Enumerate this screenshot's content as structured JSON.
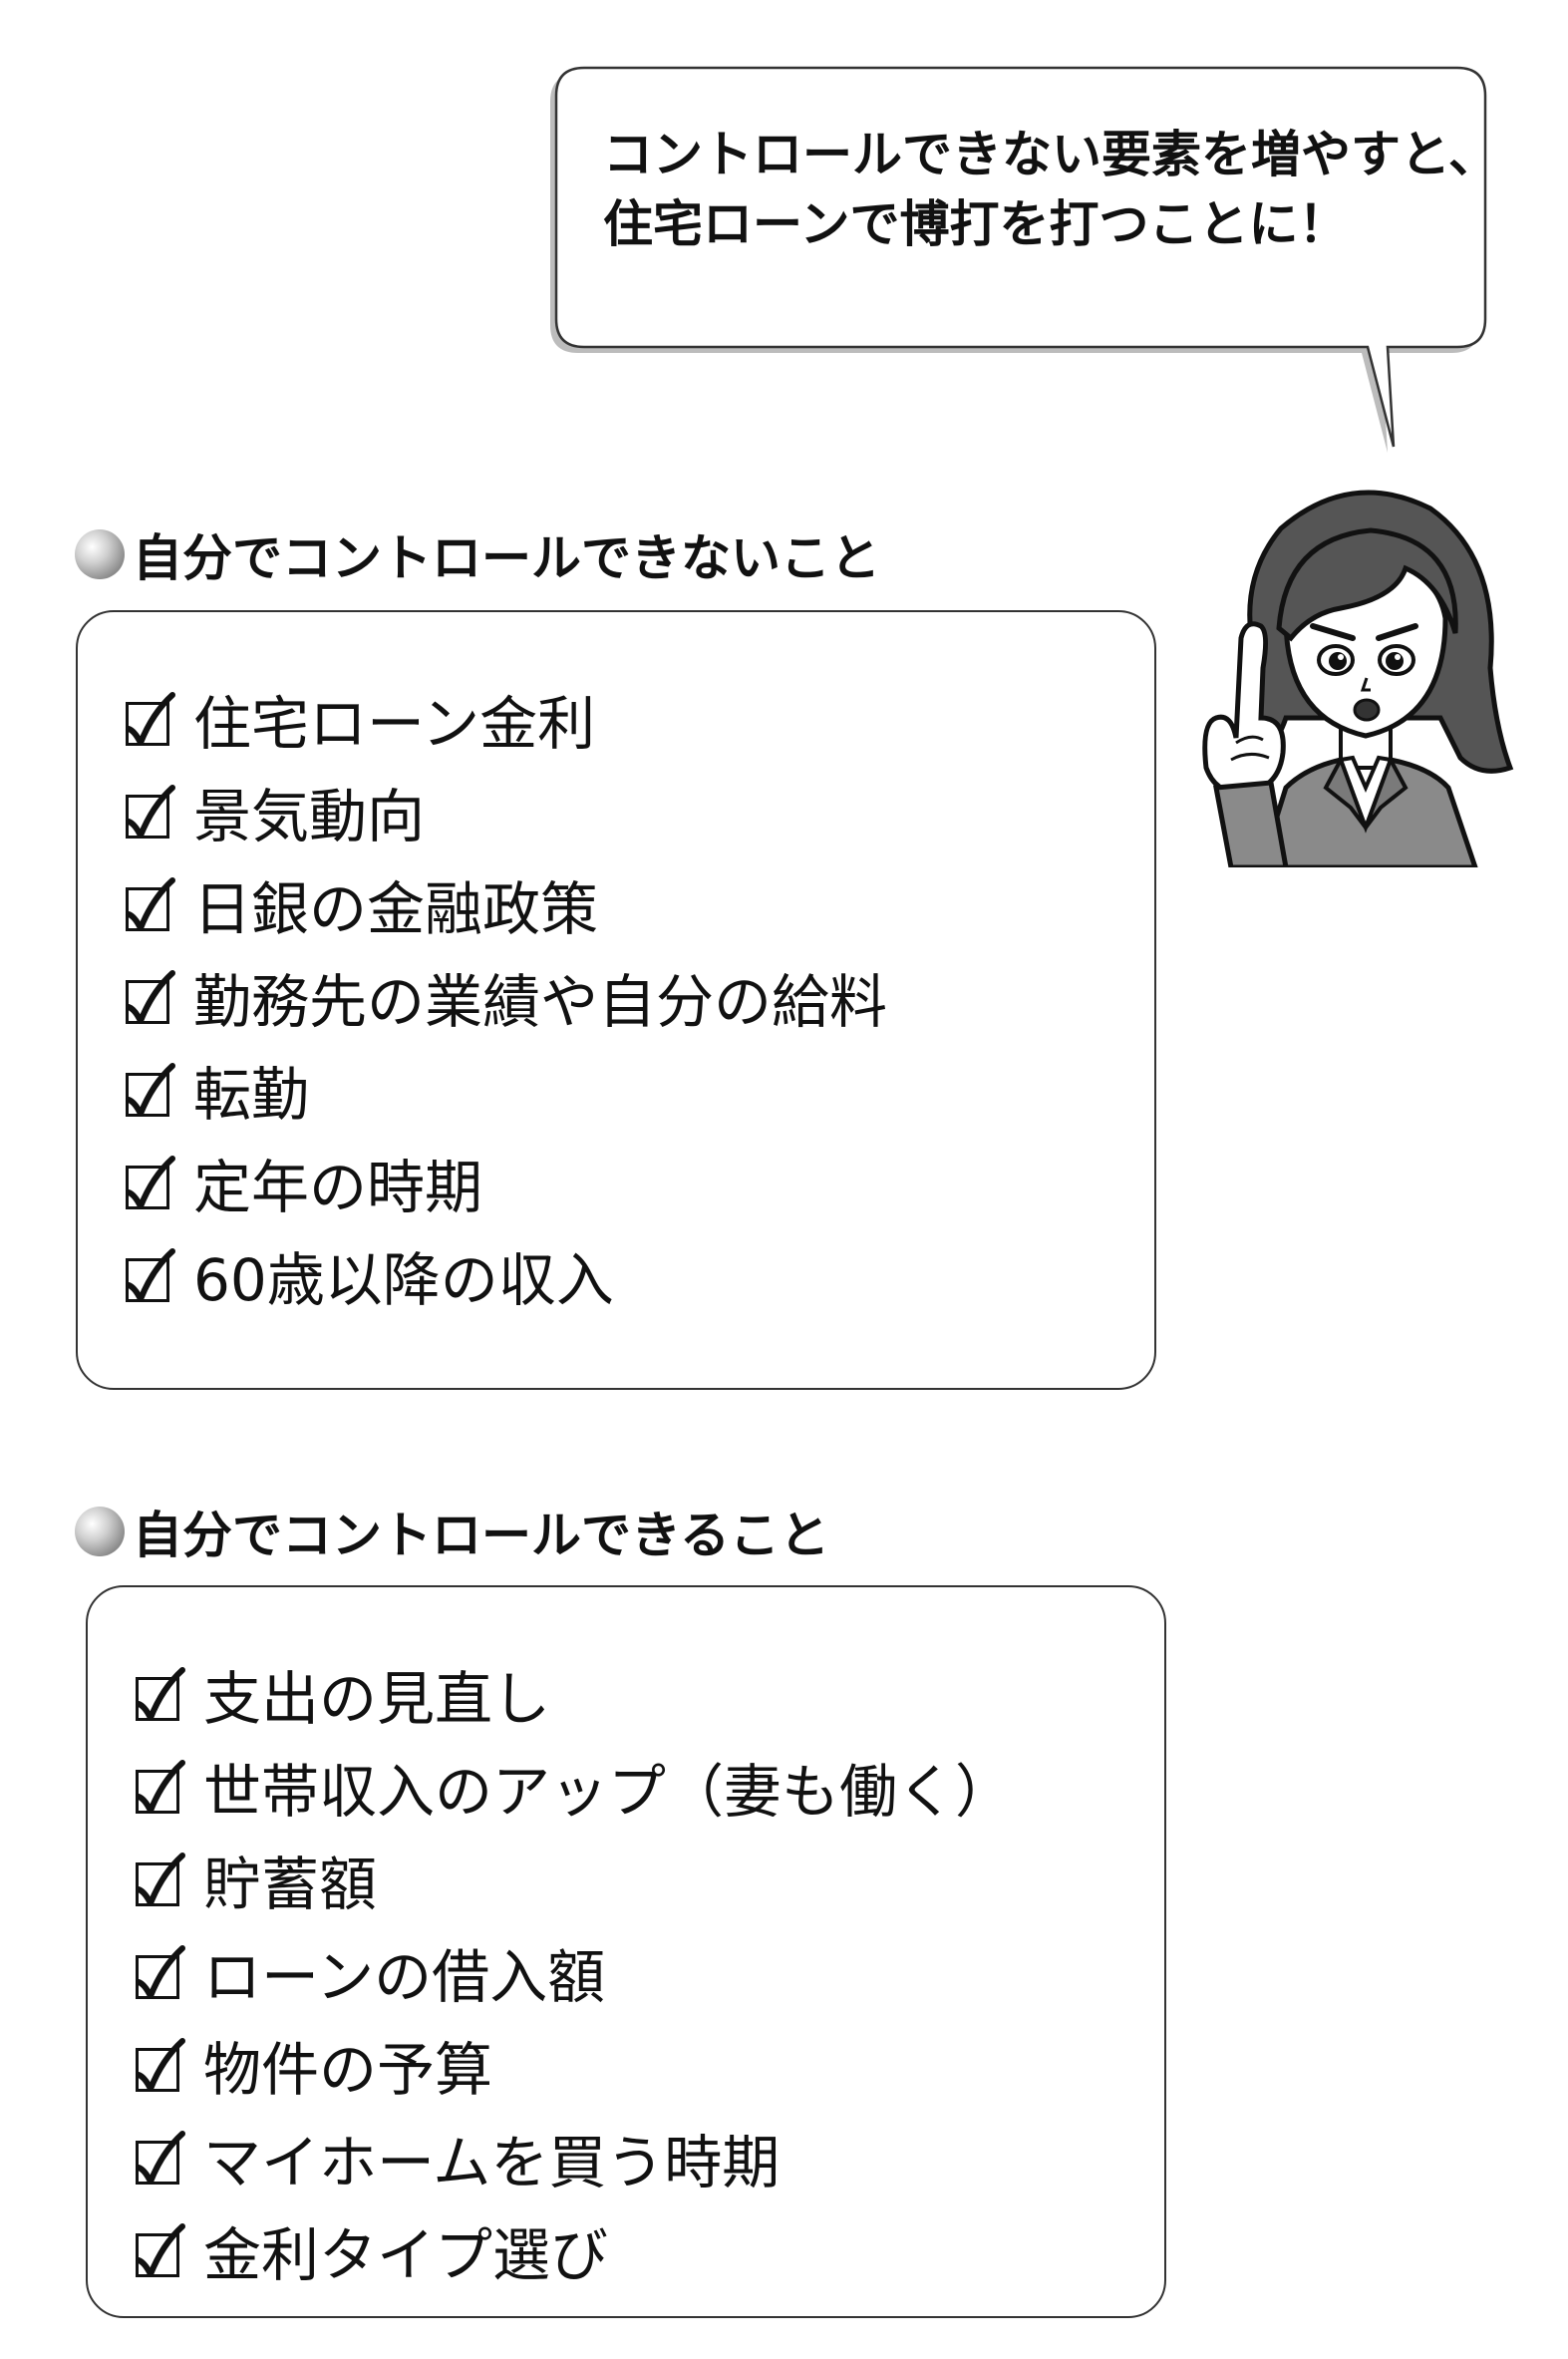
{
  "bubble": {
    "line1": "コントロールできない要素を増やすと、",
    "line2": "住宅ローンで博打を打つことに！"
  },
  "section_uncontrollable": {
    "heading": "自分でコントロールできないこと",
    "items": [
      {
        "label": "住宅ローン金利"
      },
      {
        "label": "景気動向"
      },
      {
        "label": "日銀の金融政策"
      },
      {
        "label": "勤務先の業績や自分の給料"
      },
      {
        "label": "転勤"
      },
      {
        "label": "定年の時期"
      },
      {
        "label": "60歳以降の収入"
      }
    ]
  },
  "section_controllable": {
    "heading": "自分でコントロールできること",
    "items": [
      {
        "label": "支出の見直し"
      },
      {
        "label": "世帯収入のアップ（妻も働く）"
      },
      {
        "label": "貯蓄額"
      },
      {
        "label": "ローンの借入額"
      },
      {
        "label": "物件の予算"
      },
      {
        "label": "マイホームを買う時期"
      },
      {
        "label": "金利タイプ選び"
      }
    ]
  },
  "icons": {
    "checkbox": "checked-checkbox-icon",
    "bullet": "gray-sphere-bullet-icon",
    "character": "woman-pointing-illustration"
  },
  "colors": {
    "text": "#111111",
    "border": "#333333",
    "bubble_shadow": "#bfbfbf",
    "bullet": "#9a9a9a"
  }
}
